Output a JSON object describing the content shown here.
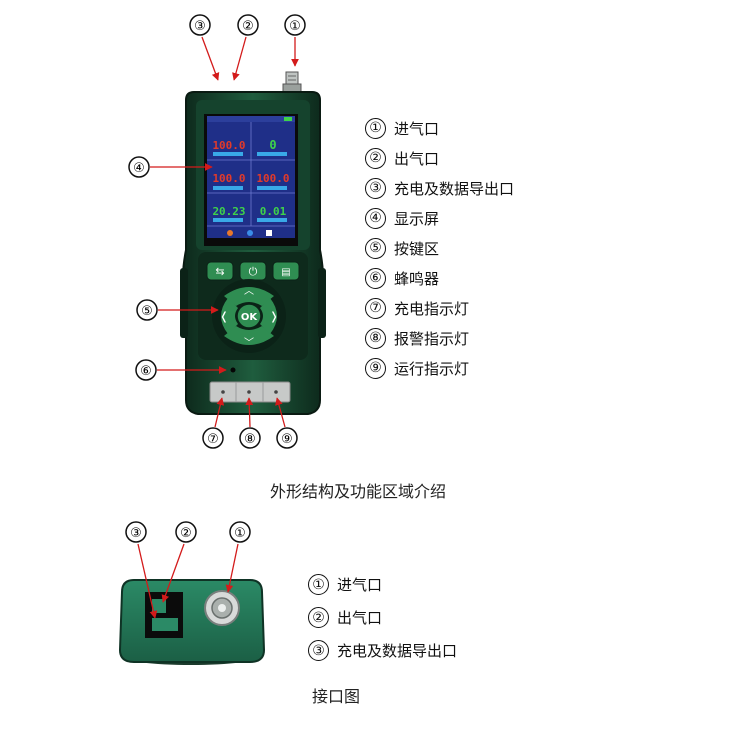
{
  "colors": {
    "housing": "#1e5a3c",
    "housing_dark": "#0f2f20",
    "button": "#2f8d52",
    "screen_bg": "#1f2f88",
    "reading_red": "#e23a2a",
    "reading_green": "#3ed34a"
  },
  "device": {
    "callouts_top": [
      "③",
      "②",
      "①"
    ],
    "callouts_side": [
      "④",
      "⑤",
      "⑥"
    ],
    "callouts_bottom": [
      "⑦",
      "⑧",
      "⑨"
    ],
    "buttons": {
      "ok_label": "OK"
    },
    "screen": {
      "readings": [
        "100.0",
        "0",
        "100.0",
        "100.0",
        "20.23",
        "0.01"
      ]
    }
  },
  "legend_main": {
    "items": [
      {
        "num": "①",
        "label": "进气口"
      },
      {
        "num": "②",
        "label": "出气口"
      },
      {
        "num": "③",
        "label": "充电及数据导出口"
      },
      {
        "num": "④",
        "label": "显示屏"
      },
      {
        "num": "⑤",
        "label": "按键区"
      },
      {
        "num": "⑥",
        "label": "蜂鸣器"
      },
      {
        "num": "⑦",
        "label": "充电指示灯"
      },
      {
        "num": "⑧",
        "label": "报警指示灯"
      },
      {
        "num": "⑨",
        "label": "运行指示灯"
      }
    ]
  },
  "caption_main": "外形结构及功能区域介绍",
  "port_view": {
    "callouts": [
      "③",
      "②",
      "①"
    ]
  },
  "legend_port": {
    "items": [
      {
        "num": "①",
        "label": "进气口"
      },
      {
        "num": "②",
        "label": "出气口"
      },
      {
        "num": "③",
        "label": "充电及数据导出口"
      }
    ]
  },
  "caption_port": "接口图"
}
